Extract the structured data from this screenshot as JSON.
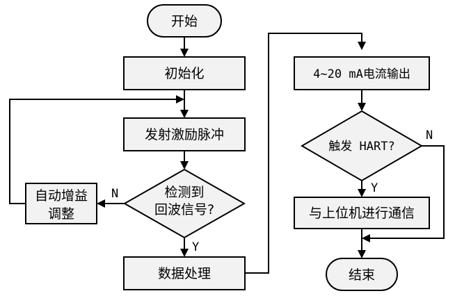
{
  "nodes": {
    "start": "开始",
    "init": "初始化",
    "emit_pulse": "发射激励脉冲",
    "detect_line1": "检测到",
    "detect_line2": "回波信号?",
    "auto_gain_line1": "自动增益",
    "auto_gain_line2": "调整",
    "data_process": "数据处理",
    "current_output": "4~20 mA电流输出",
    "hart_trigger": "触发 HART?",
    "comm_host": "与上位机进行通信",
    "end": "结束"
  },
  "edge_labels": {
    "detect_no": "N",
    "detect_yes": "Y",
    "hart_no": "N",
    "hart_yes": "Y"
  }
}
